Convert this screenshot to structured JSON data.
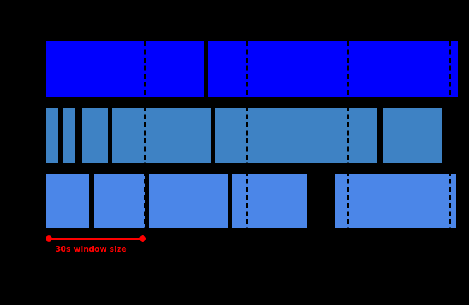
{
  "chart_data": {
    "type": "bar",
    "subtype": "broken-horizontal-bar-timeline",
    "x_unit": "seconds",
    "x_range_s": [
      0,
      125
    ],
    "grid": false,
    "legend": false,
    "window_size_s": 30,
    "window_boundaries_s": [
      30,
      60,
      90,
      120
    ],
    "tracks": [
      {
        "id": "track-1",
        "color": "#0000fe",
        "segments_s": [
          [
            0.7,
            47.6
          ],
          [
            48.5,
            122.7
          ]
        ]
      },
      {
        "id": "track-2",
        "color": "#3e82c4",
        "segments_s": [
          [
            0.7,
            4.2
          ],
          [
            5.7,
            9.2
          ],
          [
            11.5,
            18.9
          ],
          [
            20.3,
            49.6
          ],
          [
            50.8,
            98.8
          ],
          [
            100.5,
            118.0
          ]
        ]
      },
      {
        "id": "track-3",
        "color": "#4b86e8",
        "segments_s": [
          [
            0.7,
            13.3
          ],
          [
            14.7,
            29.9
          ],
          [
            31.3,
            54.6
          ],
          [
            55.6,
            77.9
          ],
          [
            86.3,
            121.9
          ]
        ]
      }
    ],
    "annotation": {
      "text": "30s window size",
      "color": "#ff0000",
      "span_s": [
        1.5,
        29.3
      ]
    }
  },
  "colors": {
    "background": "#000000",
    "window_line": "#000000"
  }
}
